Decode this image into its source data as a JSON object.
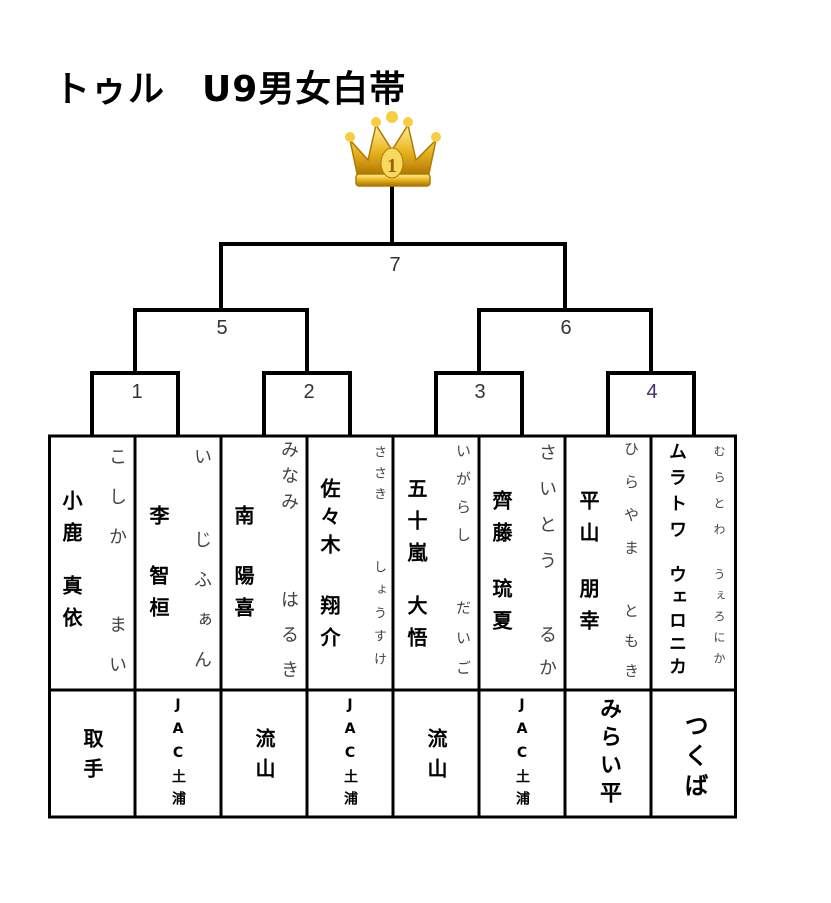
{
  "title": "トゥル　U9男女白帯",
  "crown": {
    "rank": "1",
    "color": "#e0a820"
  },
  "matches": [
    {
      "id": "1"
    },
    {
      "id": "2"
    },
    {
      "id": "3"
    },
    {
      "id": "4"
    },
    {
      "id": "5"
    },
    {
      "id": "6"
    },
    {
      "id": "7"
    }
  ],
  "players": [
    {
      "family": "小鹿",
      "given": "真依",
      "kana_family": "こしか",
      "kana_given": "まい",
      "club": "取手"
    },
    {
      "family": "李",
      "given": "智桓",
      "kana_family": "い",
      "kana_given": "じふぁん",
      "club": "JAC土浦"
    },
    {
      "family": "南",
      "given": "陽喜",
      "kana_family": "みなみ",
      "kana_given": "はるき",
      "club": "流山"
    },
    {
      "family": "佐々木",
      "given": "翔介",
      "kana_family": "ささき",
      "kana_given": "しょうすけ",
      "club": "JAC土浦"
    },
    {
      "family": "五十嵐",
      "given": "大悟",
      "kana_family": "いがらし",
      "kana_given": "だいご",
      "club": "流山"
    },
    {
      "family": "齊藤",
      "given": "琉夏",
      "kana_family": "さいとう",
      "kana_given": "るか",
      "club": "JAC土浦"
    },
    {
      "family": "平山",
      "given": "朋幸",
      "kana_family": "ひらやま",
      "kana_given": "ともき",
      "club": "みらい平"
    },
    {
      "family": "ムラトワ",
      "given": "ウェロニカ",
      "kana_family": "むらとわ",
      "kana_given": "うぇろにか",
      "club": "つくば"
    }
  ]
}
